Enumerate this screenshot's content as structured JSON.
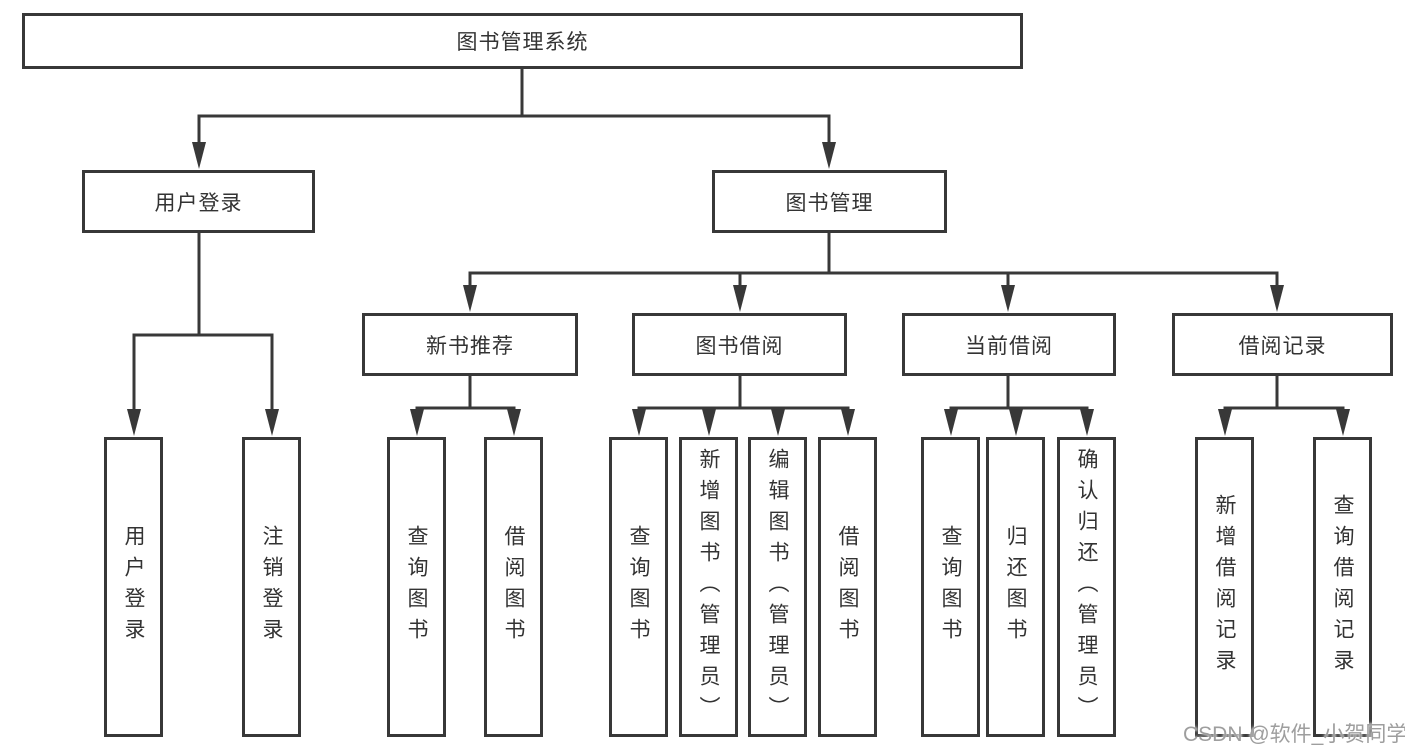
{
  "diagram": {
    "title": "图书管理系统",
    "type": "hierarchy-tree",
    "tree": {
      "label": "图书管理系统",
      "children": [
        {
          "label": "用户登录",
          "children": [
            {
              "label": "用户登录"
            },
            {
              "label": "注销登录"
            }
          ]
        },
        {
          "label": "图书管理",
          "children": [
            {
              "label": "新书推荐",
              "children": [
                {
                  "label": "查询图书"
                },
                {
                  "label": "借阅图书"
                }
              ]
            },
            {
              "label": "图书借阅",
              "children": [
                {
                  "label": "查询图书"
                },
                {
                  "label": "新增图书（管理员）"
                },
                {
                  "label": "编辑图书（管理员）"
                },
                {
                  "label": "借阅图书"
                }
              ]
            },
            {
              "label": "当前借阅",
              "children": [
                {
                  "label": "查询图书"
                },
                {
                  "label": "归还图书"
                },
                {
                  "label": "确认归还（管理员）"
                }
              ]
            },
            {
              "label": "借阅记录",
              "children": [
                {
                  "label": "新增借阅记录"
                },
                {
                  "label": "查询借阅记录"
                }
              ]
            }
          ]
        }
      ]
    },
    "colors": {
      "line": "#383838",
      "box_border": "#383838",
      "text": "#333333",
      "background": "#ffffff",
      "watermark": "#9e9e9e"
    }
  },
  "watermark": {
    "text": "CSDN @软件_小贺同学"
  }
}
